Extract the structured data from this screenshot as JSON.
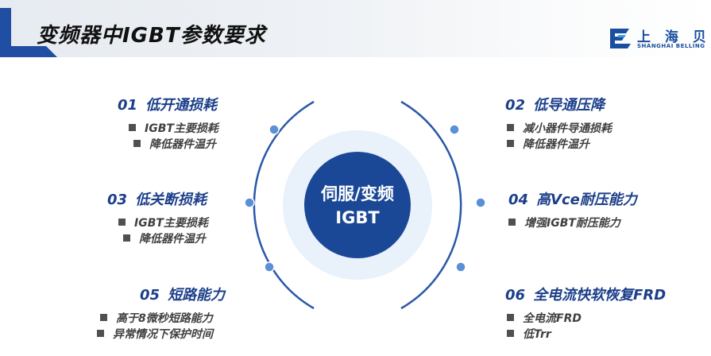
{
  "header": {
    "title": "变频器中IGBT参数要求",
    "logo_cn": "上 海 贝 岭",
    "logo_en": "SHANGHAI BELLING"
  },
  "center": {
    "line1": "伺服/变频",
    "line2": "IGBT"
  },
  "items": [
    {
      "num": "01",
      "title": "低开通损耗",
      "bullets": [
        "IGBT主要损耗",
        "降低器件温升"
      ]
    },
    {
      "num": "02",
      "title": "低导通压降",
      "bullets": [
        "减小器件导通损耗",
        "降低器件温升"
      ]
    },
    {
      "num": "03",
      "title": "低关断损耗",
      "bullets": [
        "IGBT主要损耗",
        "降低器件温升"
      ]
    },
    {
      "num": "04",
      "title": "高Vce耐压能力",
      "bullets": [
        "增强IGBT耐压能力"
      ]
    },
    {
      "num": "05",
      "title": "短路能力",
      "bullets": [
        "高于8微秒短路能力",
        "异常情况下保护时间"
      ]
    },
    {
      "num": "06",
      "title": "全电流快软恢复FRD",
      "bullets": [
        "全电流FRD",
        "低Trr"
      ]
    }
  ],
  "colors": {
    "accent": "#1f4ea3",
    "title_blue": "#1c3f8a",
    "center_circle": "#1a4896",
    "inner_ring": "#e9f1fb",
    "ring_line": "#2a57a8",
    "node": "#5b8fd6"
  }
}
